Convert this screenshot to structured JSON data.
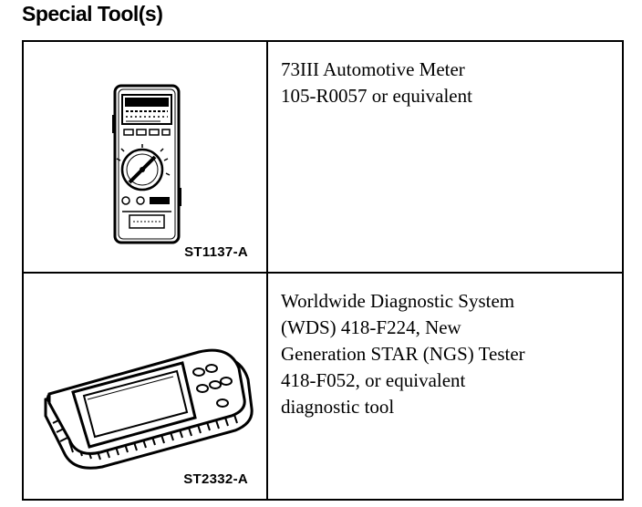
{
  "page": {
    "title": "Special Tool(s)"
  },
  "tools": [
    {
      "code": "ST1137-A",
      "icon": "multimeter-icon",
      "description_lines": [
        "73III Automotive Meter",
        "105-R0057 or equivalent"
      ]
    },
    {
      "code": "ST2332-A",
      "icon": "diagnostic-tester-icon",
      "description_lines": [
        "Worldwide Diagnostic System",
        "(WDS) 418-F224, New",
        "Generation STAR (NGS) Tester",
        "418-F052, or equivalent",
        "diagnostic tool"
      ]
    }
  ]
}
